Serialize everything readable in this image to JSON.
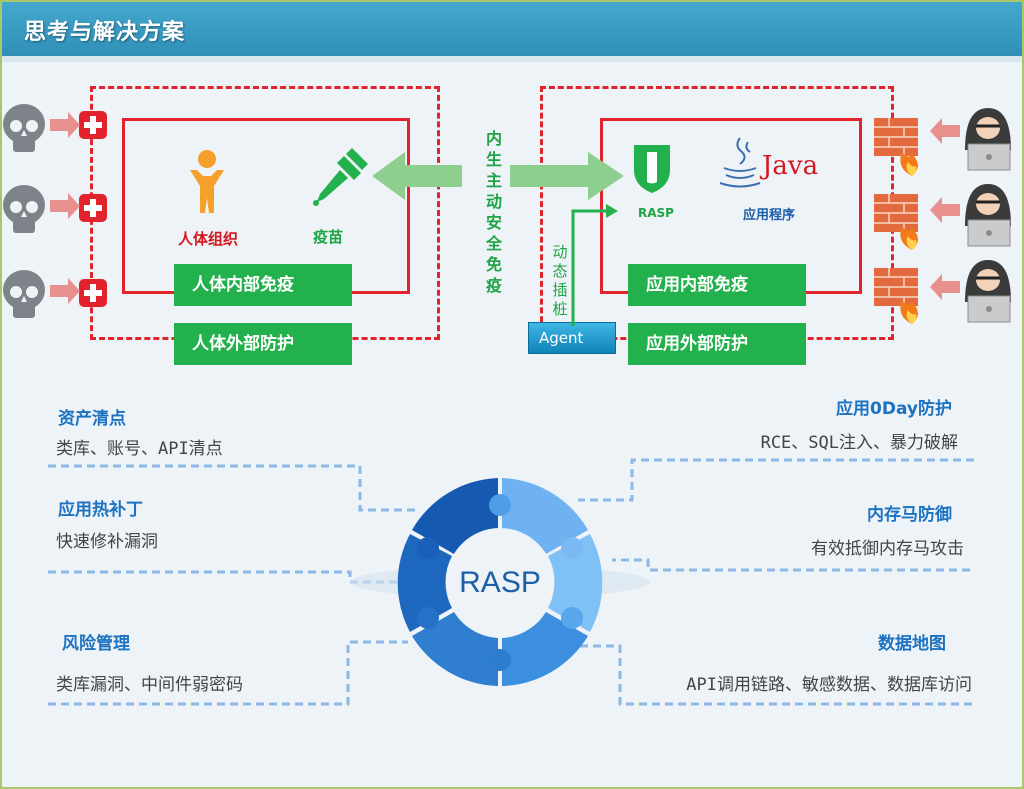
{
  "header": {
    "title": "思考与解决方案"
  },
  "left_panel": {
    "human_label": "人体组织",
    "vaccine_label": "疫苗",
    "inner_bar": "人体内部免疫",
    "outer_bar": "人体外部防护"
  },
  "center": {
    "vertical_text": "内生主动安全免疫"
  },
  "right_panel": {
    "rasp_label": "RASP",
    "java_text": "Java",
    "app_label": "应用程序",
    "inner_bar": "应用内部免疫",
    "outer_bar": "应用外部防护",
    "instrument_text": "动态插桩",
    "agent_label": "Agent"
  },
  "wheel": {
    "center_label": "RASP"
  },
  "features": [
    {
      "title": "资产清点",
      "desc": "类库、账号、API清点"
    },
    {
      "title": "应用热补丁",
      "desc": "快速修补漏洞"
    },
    {
      "title": "风险管理",
      "desc": "类库漏洞、中间件弱密码"
    },
    {
      "title": "应用0Day防护",
      "desc": "RCE、SQL注入、暴力破解"
    },
    {
      "title": "内存马防御",
      "desc": "有效抵御内存马攻击"
    },
    {
      "title": "数据地图",
      "desc": "API调用链路、敏感数据、数据库访问"
    }
  ],
  "icons": {
    "skull": "skull-icon",
    "red_cross": "red-cross-icon",
    "person": "person-icon",
    "dropper": "dropper-icon",
    "shield": "shield-icon",
    "java_cup": "java-cup-icon",
    "firewall": "firewall-icon",
    "hacker": "hacker-icon"
  },
  "colors": {
    "header": "#2f8fb8",
    "red": "#e3232c",
    "green": "#22b14c",
    "blue": "#1d73c2",
    "arrow": "#8ccf8f"
  }
}
